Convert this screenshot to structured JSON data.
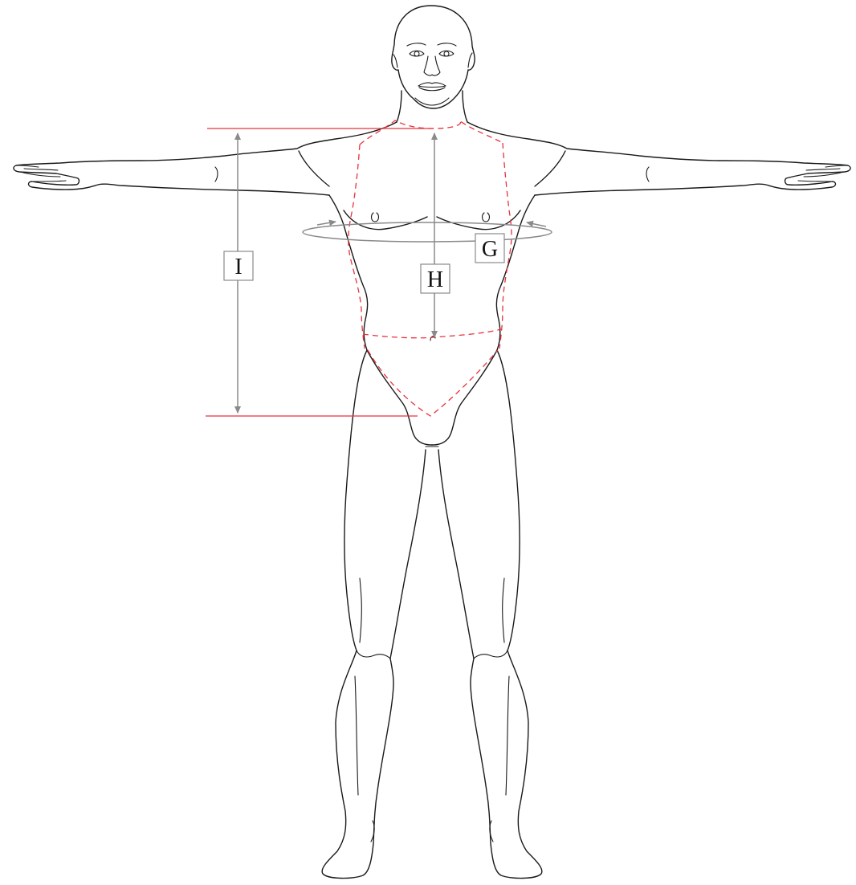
{
  "labels": {
    "chest_circumference": "G",
    "torso_front_length": "H",
    "torso_side_length": "I"
  },
  "colors": {
    "outline": "#1a1a1a",
    "guide_red": "#e8323c",
    "dimension_gray": "#8a8a8a"
  }
}
